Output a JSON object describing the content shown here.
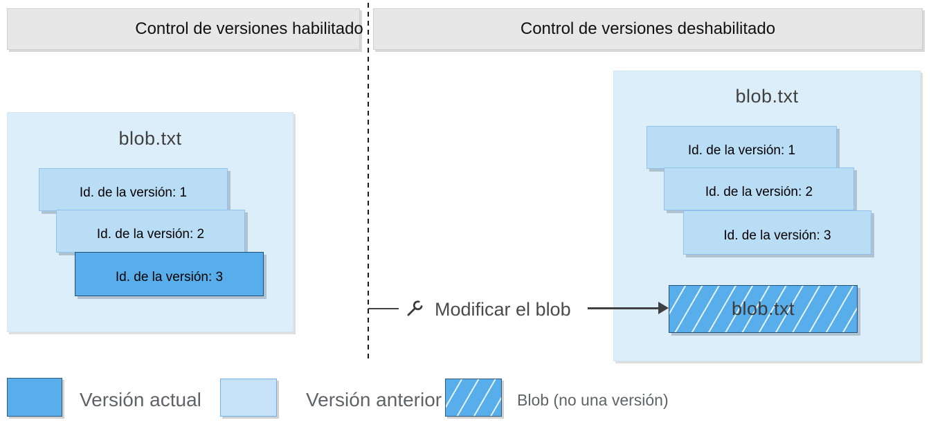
{
  "headers": {
    "left": "Control de versiones habilitado",
    "right": "Control de versiones deshabilitado"
  },
  "left_panel": {
    "title": "blob.txt",
    "versions": [
      {
        "label": "Id. de la versión: 1",
        "type": "previous"
      },
      {
        "label": "Id. de la versión: 2",
        "type": "previous"
      },
      {
        "label": "Id. de la versión: 3",
        "type": "current"
      }
    ]
  },
  "right_panel": {
    "title": "blob.txt",
    "versions": [
      {
        "label": "Id. de la versión: 1",
        "type": "previous"
      },
      {
        "label": "Id. de la versión: 2",
        "type": "previous"
      },
      {
        "label": "Id. de la versión: 3",
        "type": "previous"
      }
    ],
    "blob": {
      "label": "blob.txt",
      "style": "hatched"
    }
  },
  "action": {
    "icon": "wrench-icon",
    "label": "Modificar el blob"
  },
  "legend": {
    "items": [
      {
        "swatch": "current-version",
        "label": "Versión actual",
        "color": "#58adeb"
      },
      {
        "swatch": "previous-version",
        "label": "Versión anterior",
        "color": "#c7e2f8"
      },
      {
        "swatch": "blob-not-version",
        "label": "Blob (no una versión)",
        "color": "#58adeb",
        "hatched": true
      }
    ]
  },
  "colors": {
    "current_version": "#58adeb",
    "previous_version": "#baddf6",
    "panel_background": "#dceef9",
    "header_background": "#e7e7e7",
    "hatch_line": "#ffffff",
    "border_dark": "#1f4e79",
    "text_primary": "#000000",
    "text_secondary": "#5f6368"
  }
}
